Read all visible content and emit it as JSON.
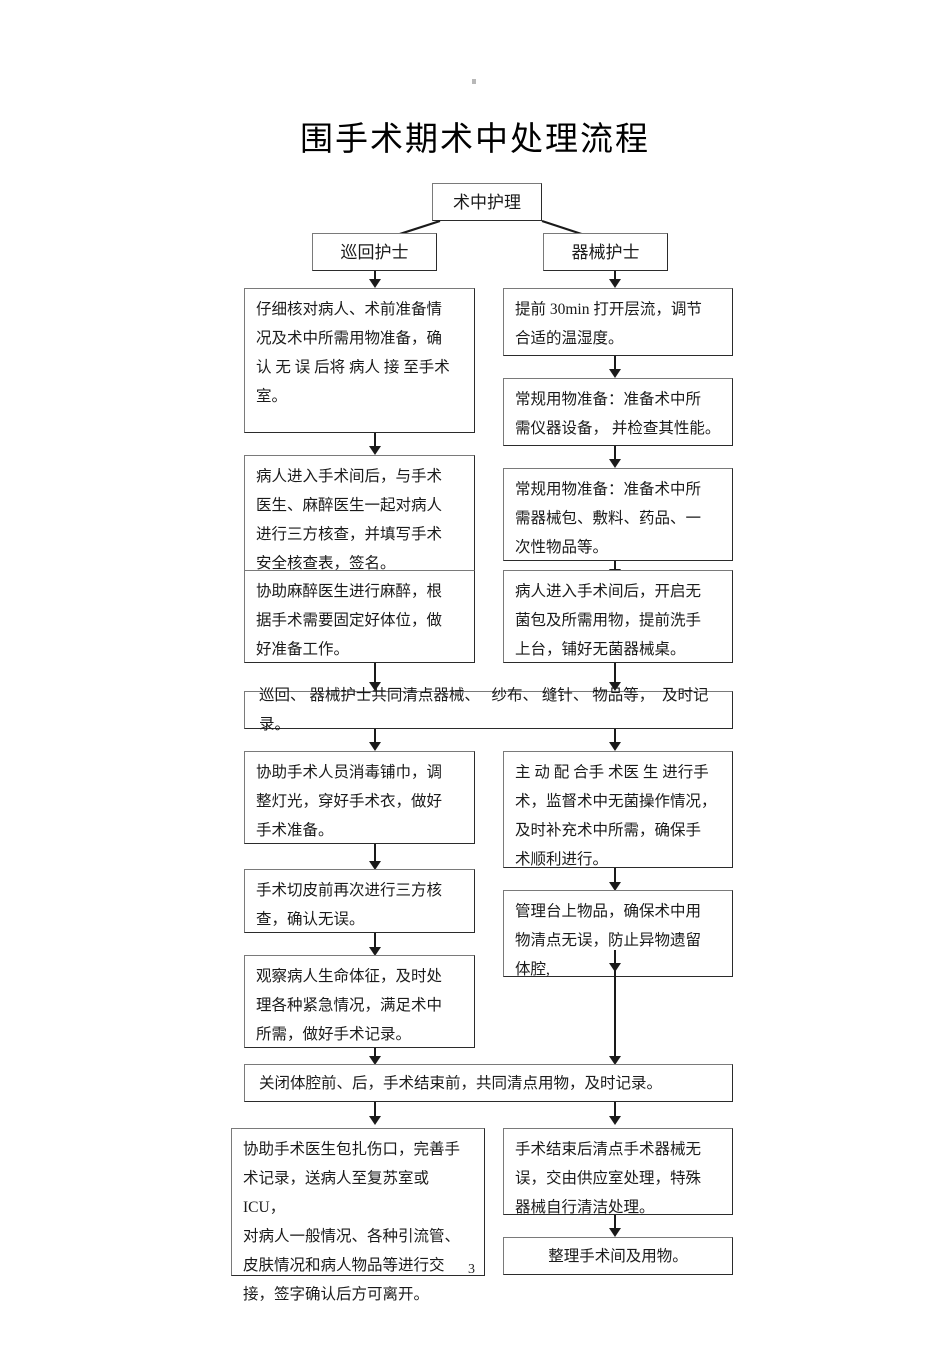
{
  "document": {
    "title": "围手术期术中处理流程",
    "page_number": "3"
  },
  "flowchart": {
    "root": {
      "label": "术中护理"
    },
    "branches": [
      {
        "id": "circulating",
        "label": "巡回护士"
      },
      {
        "id": "scrub",
        "label": "器械护士"
      }
    ],
    "left_column": [
      {
        "id": "L1",
        "text": "仔细核对病人、术前准备情\n况及术中所需用物准备，确\n认 无 误 后将 病人 接 至手术\n室。"
      },
      {
        "id": "L2",
        "text": "病人进入手术间后，与手术\n医生、麻醉医生一起对病人\n进行三方核查，并填写手术\n安全核查表，签名。"
      },
      {
        "id": "L3",
        "text": "协助麻醉医生进行麻醉，根\n据手术需要固定好体位，做\n好准备工作。"
      },
      {
        "id": "L4",
        "text": "协助手术人员消毒铺巾，调\n整灯光，穿好手术衣，做好\n手术准备。"
      },
      {
        "id": "L5",
        "text": "手术切皮前再次进行三方核\n查，确认无误。"
      },
      {
        "id": "L6",
        "text": "观察病人生命体征，及时处\n理各种紧急情况，满足术中\n所需，做好手术记录。"
      },
      {
        "id": "L7",
        "text": "协助手术医生包扎伤口，完善手\n术记录，送病人至复苏室或　 ICU，\n对病人一般情况、各种引流管、\n皮肤情况和病人物品等进行交\n接，签字确认后方可离开。"
      }
    ],
    "right_column": [
      {
        "id": "R1",
        "text": "提前 30min 打开层流，调节\n合适的温湿度。"
      },
      {
        "id": "R2",
        "text": "常规用物准备：准备术中所\n需仪器设备， 并检查其性能。"
      },
      {
        "id": "R3",
        "text": "常规用物准备：准备术中所\n需器械包、敷料、药品、一\n次性物品等。"
      },
      {
        "id": "R4",
        "text": "病人进入手术间后，开启无\n菌包及所需用物，提前洗手\n上台，铺好无菌器械桌。"
      },
      {
        "id": "R5",
        "text": "主 动 配 合手 术医 生 进行手\n术，监督术中无菌操作情况，\n及时补充术中所需，确保手\n术顺利进行。"
      },
      {
        "id": "R6",
        "text": "管理台上物品，确保术中用\n物清点无误，防止异物遗留\n体腔,"
      },
      {
        "id": "R7",
        "text": "手术结束后清点手术器械无\n误，交由供应室处理，特殊\n器械自行清洁处理。"
      },
      {
        "id": "R8",
        "text": "整理手术间及用物。"
      }
    ],
    "shared_boxes": [
      {
        "id": "S1",
        "text": "巡回、 器械护士共同清点器械、   纱布、 缝针、 物品等，  及时记录。"
      },
      {
        "id": "S2",
        "text": "关闭体腔前、后，手术结束前，共同清点用物，及时记录。"
      }
    ]
  },
  "colors": {
    "stroke": "#1a1a1a",
    "box_border": "#5a5a5a",
    "background": "#ffffff",
    "text": "#1a1a1a"
  }
}
